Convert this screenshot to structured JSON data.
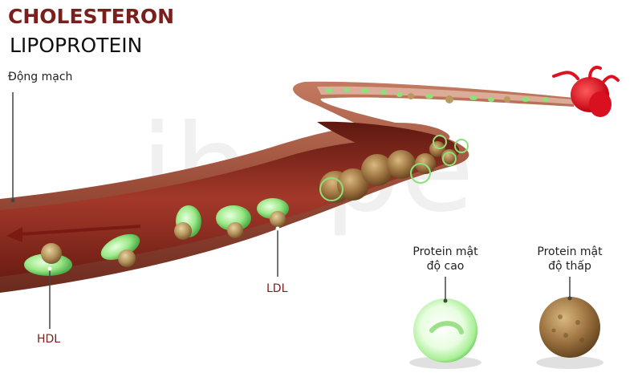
{
  "title": "CHOLESTERON",
  "subtitle": "LIPOPROTEIN",
  "labels": {
    "artery": "Động mạch",
    "hdl": "HDL",
    "ldl": "LDL",
    "high_density_line1": "Protein mật",
    "high_density_line2": "độ cao",
    "low_density_line1": "Protein mật",
    "low_density_line2": "độ thấp"
  },
  "watermark": "ihope",
  "colors": {
    "title": "#7a1f1c",
    "artery_wall": "#a85a44",
    "artery_inner": "#7e2518",
    "hdl_green": "#8ee07a",
    "ldl_tan": "#b79a5c",
    "heart_red": "#e01020"
  }
}
